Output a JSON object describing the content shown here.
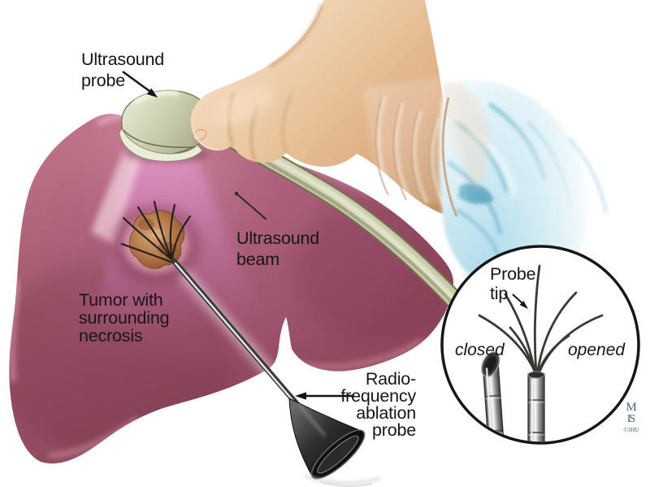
{
  "figure": {
    "kind": "medical-illustration",
    "subject": "radiofrequency-ablation-of-liver-tumor-with-ultrasound-guidance"
  },
  "labels": {
    "ultrasound_probe": {
      "line1": "Ultrasound",
      "line2": "probe"
    },
    "ultrasound_beam": {
      "line1": "Ultrasound",
      "line2": "beam"
    },
    "tumor": {
      "line1": "Tumor with",
      "line2": "surrounding",
      "line3": "necrosis"
    },
    "rfa_probe": {
      "line1": "Radio-",
      "line2": "frequency",
      "line3": "ablation",
      "line4": "probe"
    }
  },
  "inset": {
    "title_line1": "Probe",
    "title_line2": "tip",
    "left_caption": "closed",
    "right_caption": "opened"
  },
  "signature": {
    "monogram_top": "M",
    "monogram_bottom": "IS",
    "credit": "©JHU"
  },
  "colors": {
    "background": "#ffffff",
    "liver": "#a25a6c",
    "liver_deep": "#8a4356",
    "liver_rim": "#e0a9b8",
    "beam": "#d88cc0",
    "probe_body": "#c9cbad",
    "cable": "#c6c8a4",
    "skin": "#e9c39b",
    "glove": "#d9bfa8",
    "sleeve": "#bfe3ef",
    "tumor": "#b97f50",
    "necrosis_halo": "#e8c2c2",
    "needle_metal": "#3a3a3a",
    "handle": "#1c1c1c",
    "ink": "#171717",
    "signature": "#48666f"
  }
}
